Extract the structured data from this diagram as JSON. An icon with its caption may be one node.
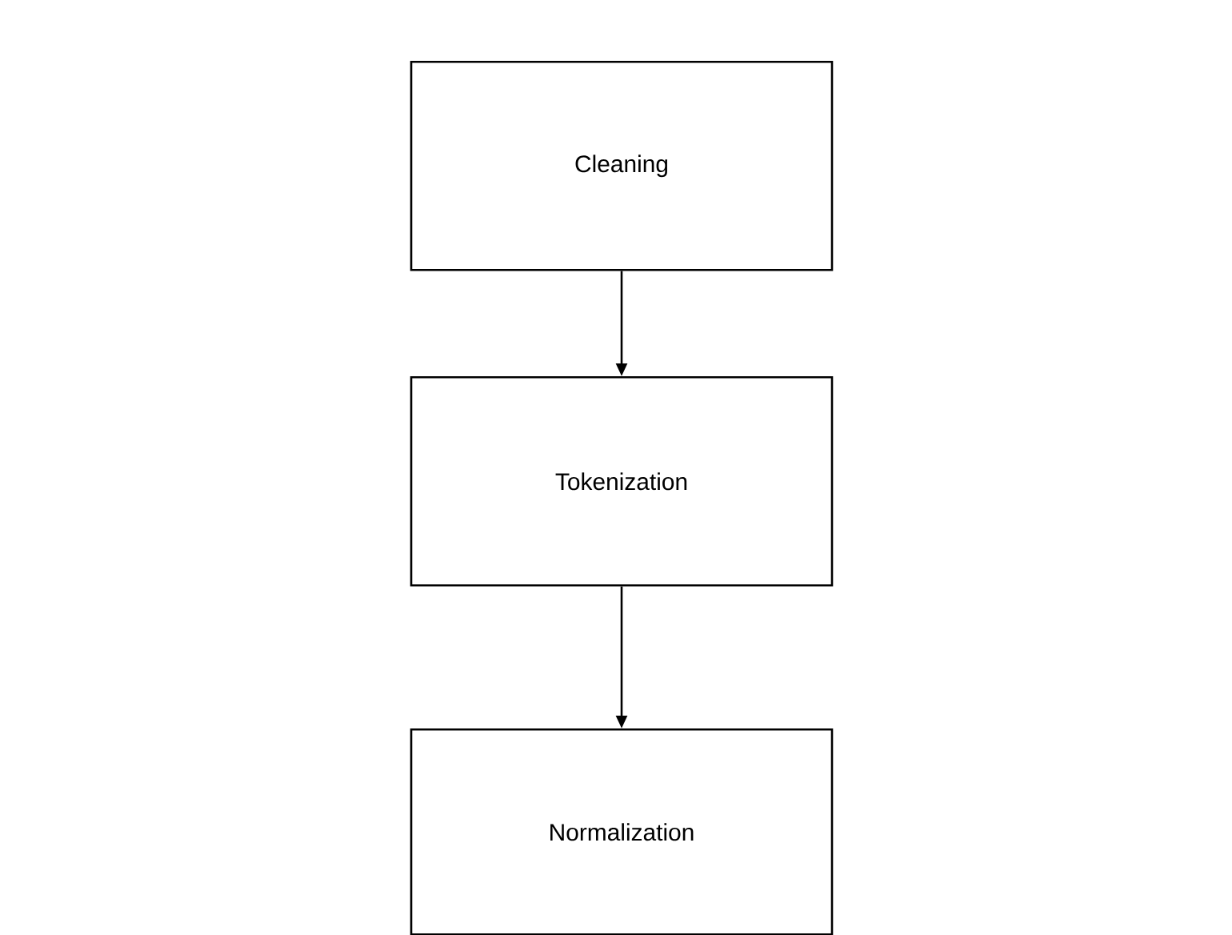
{
  "diagram": {
    "nodes": [
      {
        "text": [
          "Cleaning"
        ]
      },
      {
        "text": [
          "Tokenization"
        ]
      },
      {
        "text": [
          "Normalization"
        ]
      }
    ],
    "edges": [
      {
        "from": 0,
        "to": 1,
        "arrow": "to"
      },
      {
        "from": 1,
        "to": 2,
        "arrow": "to"
      }
    ]
  }
}
